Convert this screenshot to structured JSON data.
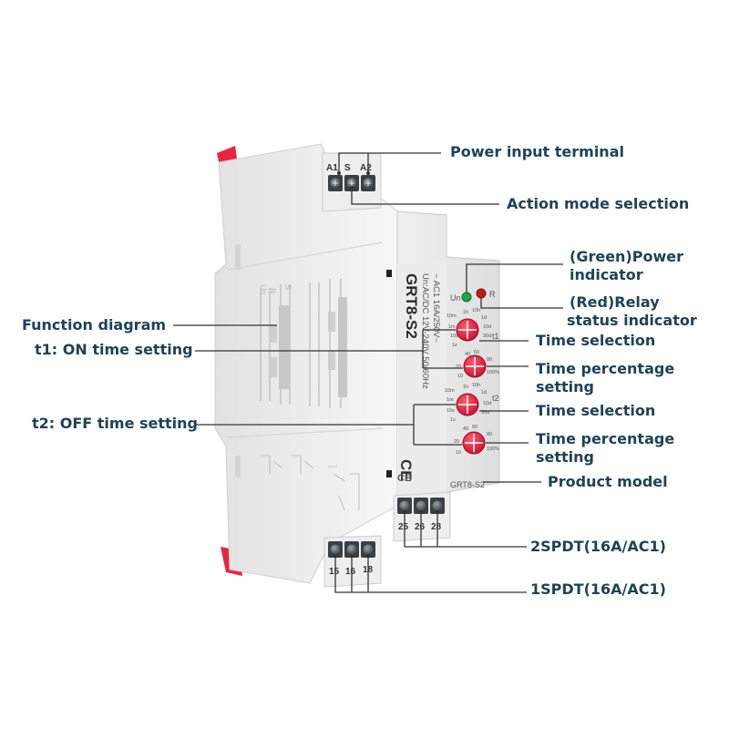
{
  "colors": {
    "label": "#1f4257",
    "leader": "#333333",
    "knob": "#e0163b",
    "clip": "#e8253f",
    "body": "#f3f3f3",
    "green_led": "#1ea84a",
    "red_led": "#c21a1a"
  },
  "callouts": {
    "power_input": "Power input terminal",
    "action_mode": "Action mode selection",
    "green_power_1": "(Green)Power",
    "green_power_2": "indicator",
    "red_relay_1": "(Red)Relay",
    "red_relay_2": "status indicator",
    "function_diagram": "Function diagram",
    "t1_on": "t1: ON time setting",
    "time_selection_1": "Time selection",
    "time_pct_1a": "Time percentage",
    "time_pct_1b": "setting",
    "t2_off": "t2: OFF time setting",
    "time_selection_2": "Time selection",
    "time_pct_2a": "Time percentage",
    "time_pct_2b": "setting",
    "product_model": "Product model",
    "spdt2": "2SPDT(16A/AC1)",
    "spdt1": "1SPDT(16A/AC1)"
  },
  "device": {
    "model": "GRT8-S2",
    "model_label": "GRT8-S2",
    "spec_line_1": "Un:AC/DC 12V-240V 50/60Hz",
    "spec_line_2": "~ AC1 16A/250V~",
    "terminals_top": {
      "a1": "A1",
      "s": "S",
      "a2": "A2"
    },
    "terminals_bottom_right": {
      "t25": "25",
      "t26": "26",
      "t28": "28"
    },
    "terminals_bottom_left": {
      "t15": "15",
      "t16": "16",
      "t18": "18"
    },
    "led_un": "Un",
    "led_r": "R",
    "dial_t1": "t1",
    "dial_t2": "t2",
    "ce_mark": "CE",
    "diagram_rows": [
      "Un",
      "S",
      "R"
    ],
    "time_ranges": [
      "1s",
      "10s",
      "1m",
      "10m",
      "1h",
      "10h",
      "1d",
      "10d",
      "30d"
    ],
    "percent_marks": [
      "10",
      "20",
      "40",
      "60",
      "80",
      "100%"
    ]
  }
}
